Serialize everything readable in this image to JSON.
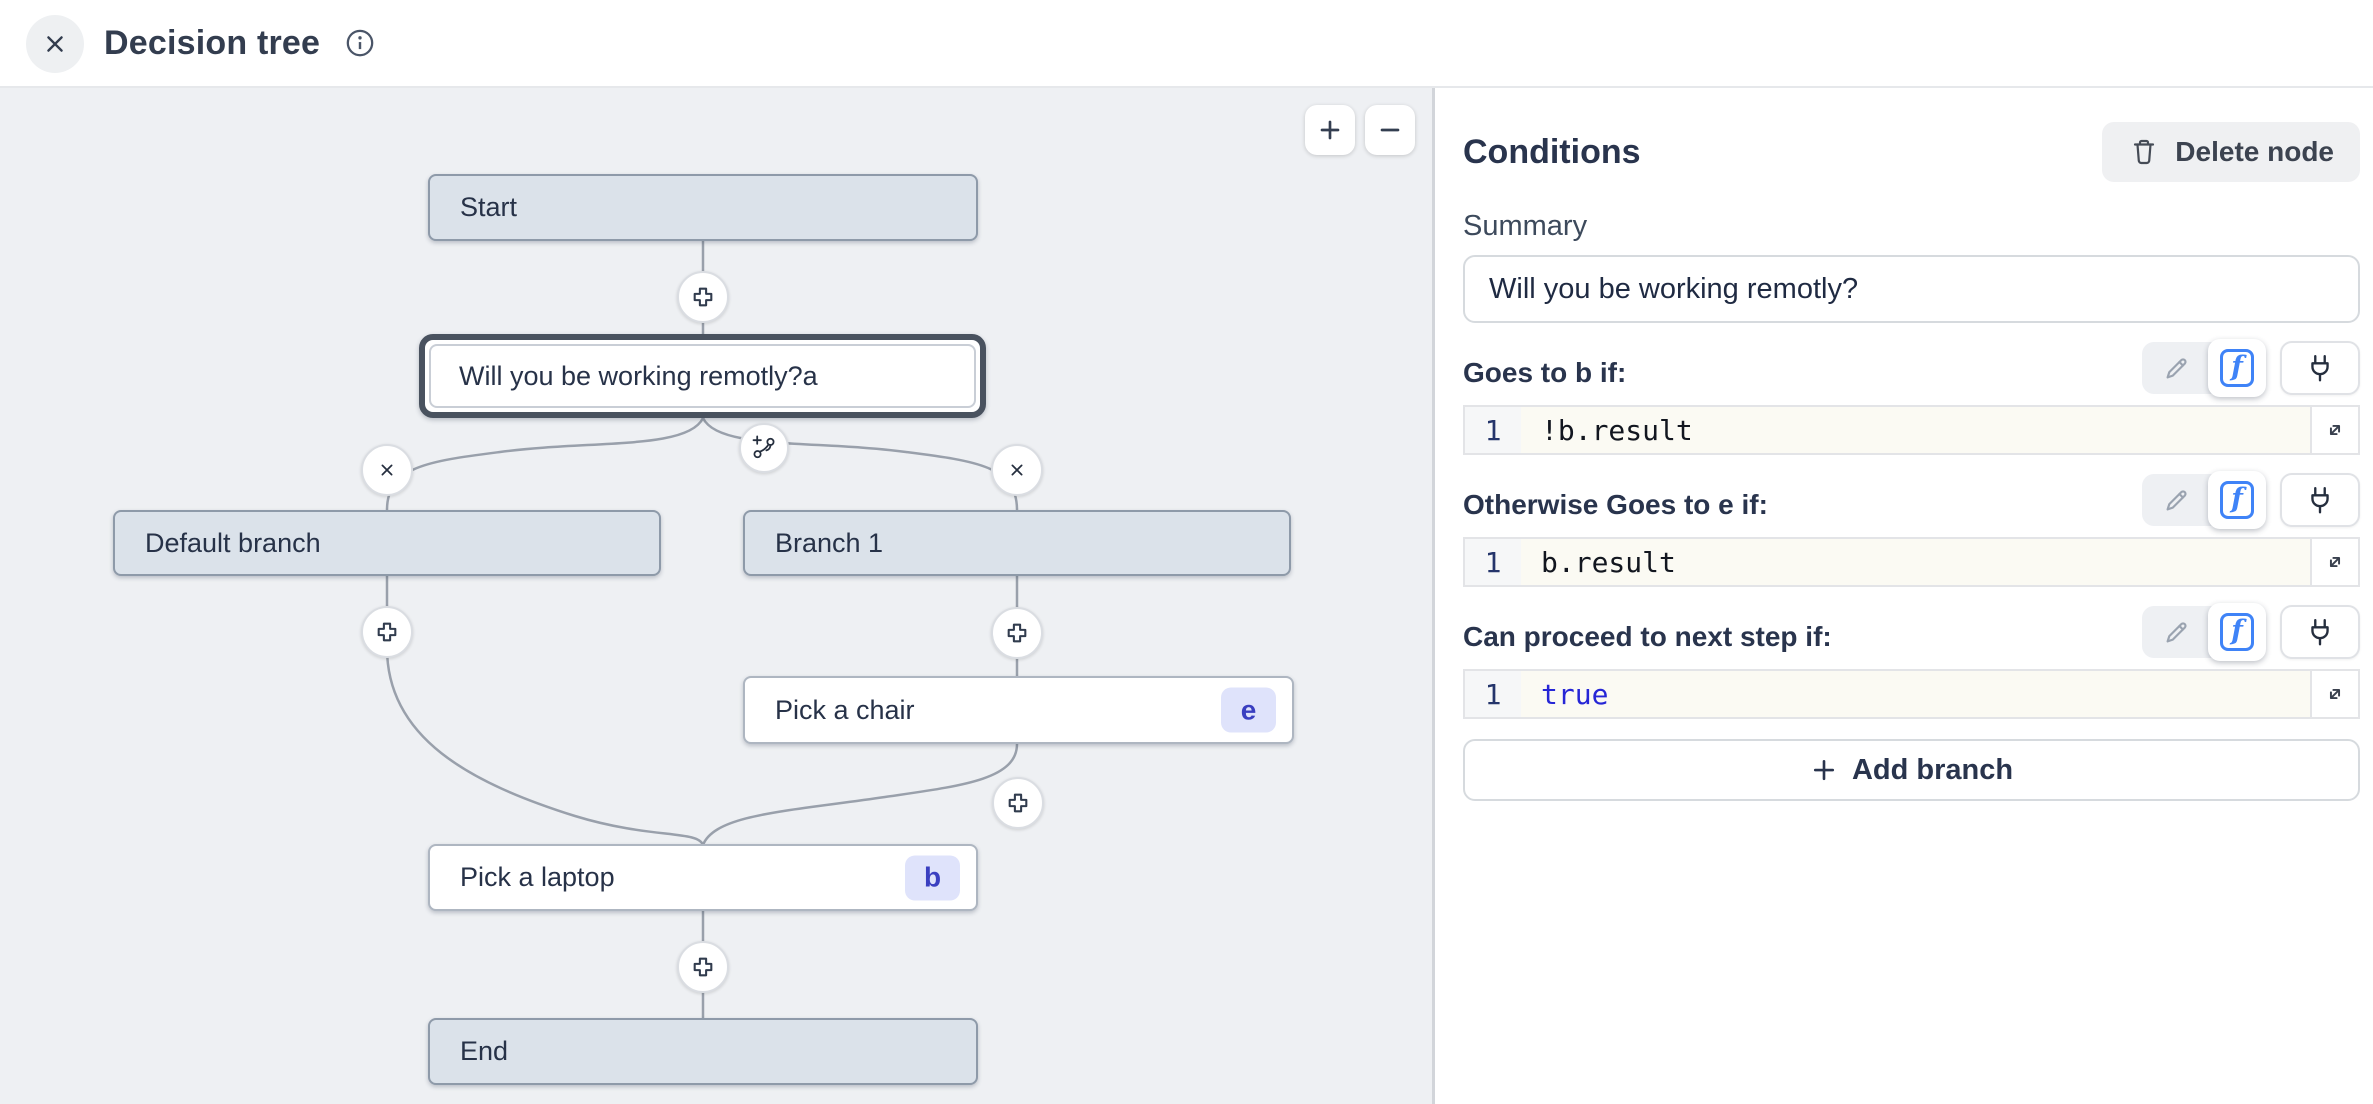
{
  "header": {
    "title": "Decision tree"
  },
  "canvas": {
    "zoom_in_label": "+",
    "zoom_out_label": "−",
    "nodes": {
      "start": {
        "label": "Start"
      },
      "question": {
        "label": "Will you be working remotly?",
        "badge": "a"
      },
      "default_branch": {
        "label": "Default branch"
      },
      "branch_1": {
        "label": "Branch 1"
      },
      "pick_chair": {
        "label": "Pick a chair",
        "badge": "e"
      },
      "pick_laptop": {
        "label": "Pick a laptop",
        "badge": "b"
      },
      "end": {
        "label": "End"
      }
    }
  },
  "panel": {
    "title": "Conditions",
    "delete_button_label": "Delete node",
    "summary_label": "Summary",
    "summary_value": "Will you be working remotly?",
    "function_glyph": "f",
    "conditions": [
      {
        "label": "Goes to b if:",
        "line_number": "1",
        "code": "!b.result"
      },
      {
        "label": "Otherwise Goes to e if:",
        "line_number": "1",
        "code": "b.result"
      },
      {
        "label": "Can proceed to next step if:",
        "line_number": "1",
        "code": "true"
      }
    ],
    "add_branch_label": "Add branch"
  },
  "colors": {
    "accent_blue": "#3f83f7",
    "code_keyword_blue": "#2626d6",
    "badge_bg": "#dfe3fb",
    "badge_text": "#3a3fc0",
    "node_gray_fill": "#dbe2ea",
    "canvas_bg": "#eef0f3",
    "selected_border": "#49525f"
  }
}
